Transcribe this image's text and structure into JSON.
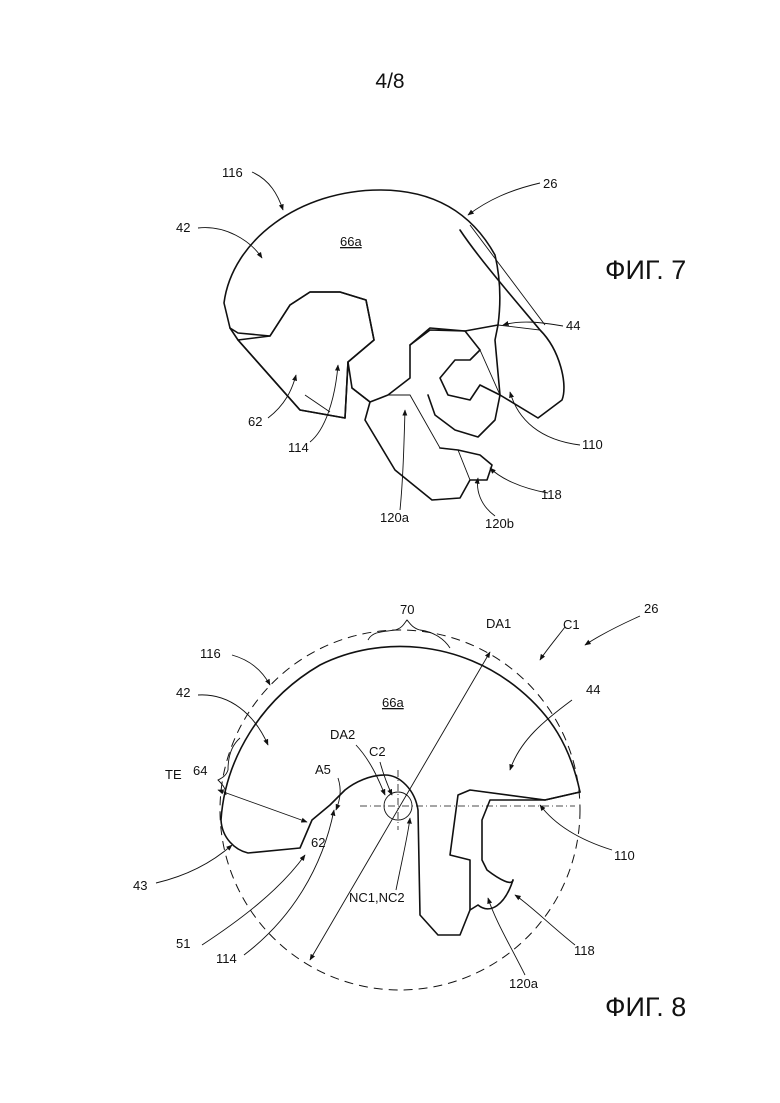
{
  "page": {
    "number": "4/8"
  },
  "figures": [
    {
      "id": "fig7",
      "label": "ФИГ. 7",
      "refs": [
        "116",
        "26",
        "42",
        "66a",
        "44",
        "62",
        "114",
        "110",
        "118",
        "120a",
        "120b"
      ]
    },
    {
      "id": "fig8",
      "label": "ФИГ. 8",
      "refs": [
        "70",
        "DA1",
        "C1",
        "26",
        "116",
        "42",
        "66a",
        "44",
        "DA2",
        "C2",
        "64",
        "TE",
        "A5",
        "62",
        "110",
        "43",
        "NC1,NC2",
        "51",
        "114",
        "118",
        "120a"
      ]
    }
  ]
}
